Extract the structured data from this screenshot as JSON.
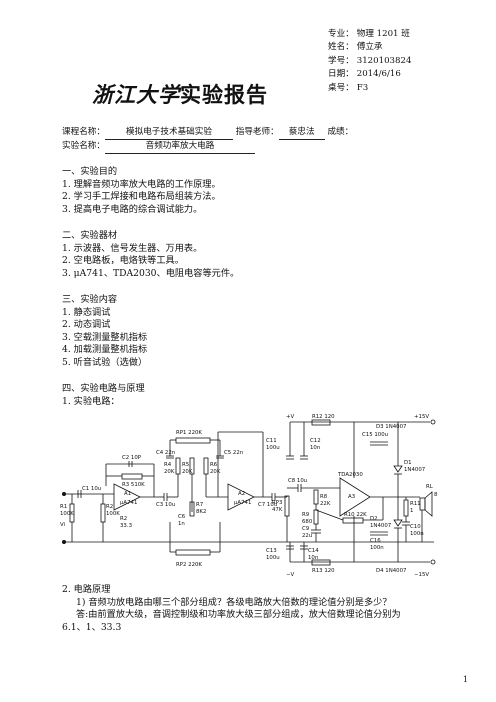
{
  "meta": {
    "major_label": "专业：",
    "major": "物理 1201 班",
    "name_label": "姓名：",
    "name": "傅立承",
    "id_label": "学号：",
    "id": "3120103824",
    "date_label": "日期：",
    "date": "2014/6/16",
    "desk_label": "桌号：",
    "desk": "F3"
  },
  "header": {
    "logo_script": "浙江大学",
    "title": "实验报告"
  },
  "course": {
    "course_label": "课程名称：",
    "course_name": "模拟电子技术基础实验",
    "teacher_label": "指导老师：",
    "teacher": "蔡忠法",
    "score_label": "成绩：",
    "exp_label": "实验名称：",
    "exp_name": "音频功率放大电路"
  },
  "sections": {
    "s1_title": "一、实验目的",
    "s1_items": [
      "1.  理解音频功率放大电路的工作原理。",
      "2.  学习手工焊接和电路布局组装方法。",
      "3.  提高电子电路的综合调试能力。"
    ],
    "s2_title": "二、实验器材",
    "s2_items": [
      "1.  示波器、信号发生器、万用表。",
      "2.  空电路板，电烙铁等工具。",
      "3.   μA741、TDA2030、电阻电容等元件。"
    ],
    "s3_title": "三、实验内容",
    "s3_items": [
      "1.  静态调试",
      "2.  动态调试",
      "3.  空载测量整机指标",
      "4.  加载测量整机指标",
      "5.  听音试验（选做）"
    ],
    "s4_title": "四、实验电路与原理",
    "s4_sub1": "1.  实验电路：",
    "s4_sub2": "2.  电路原理",
    "q1": "1) 音频功放电路由哪三个部分组成？各级电路放大倍数的理论值分别是多少？",
    "a1_line1": "答:由前置放大级，音调控制级和功率放大级三部分组成，放大倍数理论值分别为",
    "a1_line2": "6.1、1、33.3"
  },
  "circuit": {
    "labels": {
      "vplus": "+V",
      "vminus": "−V",
      "p15": "+15V",
      "m15": "−15V",
      "r12": "R12 120",
      "r13": "R13 120",
      "d3": "D3 1N4007",
      "d4": "D4 1N4007",
      "c11": "C11",
      "c11v": "100u",
      "c12": "C12",
      "c12v": "10n",
      "c13": "C13",
      "c13v": "100u",
      "c14": "C14",
      "c14v": "10n",
      "c15": "C15 100u",
      "c16": "C16",
      "c16v": "100n",
      "d1": "D1",
      "d1v": "1N4007",
      "d2": "D2",
      "d2v": "1N4007",
      "rp1": "RP1 220K",
      "rp2": "RP2 220K",
      "rp3": "RP3",
      "rp3v": "47K",
      "c2": "C2 10P",
      "r3": "R3 510K",
      "c4": "C4 22n",
      "c5": "C5 22n",
      "r4": "R4",
      "r4v": "20K",
      "r5": "R5",
      "r5v": "20K",
      "r6": "R6",
      "r6v": "20K",
      "r7": "R7",
      "r7v": "8K2",
      "c6": "C6",
      "c6v": "1n",
      "c1": "C1 10u",
      "c3": "C3 10u",
      "c7": "C7 10u",
      "c8": "C8 10u",
      "a1": "A1",
      "a1v": "μA741",
      "a2": "A2",
      "a2v": "μA741",
      "a3": "A3",
      "a3v": "TDA2030",
      "r1": "R1",
      "r1v": "100K",
      "r2": "R2",
      "r2v": "100K",
      "r2b": "R2",
      "r2bv": "33.3",
      "r8": "R8",
      "r8v": "22K",
      "r9": "R9",
      "r9v": "680",
      "c9": "C9",
      "c9v": "22u",
      "r10": "R10 22K",
      "r11": "R11",
      "r11v": "1",
      "c10": "C10",
      "c10v": "100n",
      "rl": "RL",
      "rlv": "8",
      "vi": "Vi"
    }
  },
  "page_number": "1"
}
